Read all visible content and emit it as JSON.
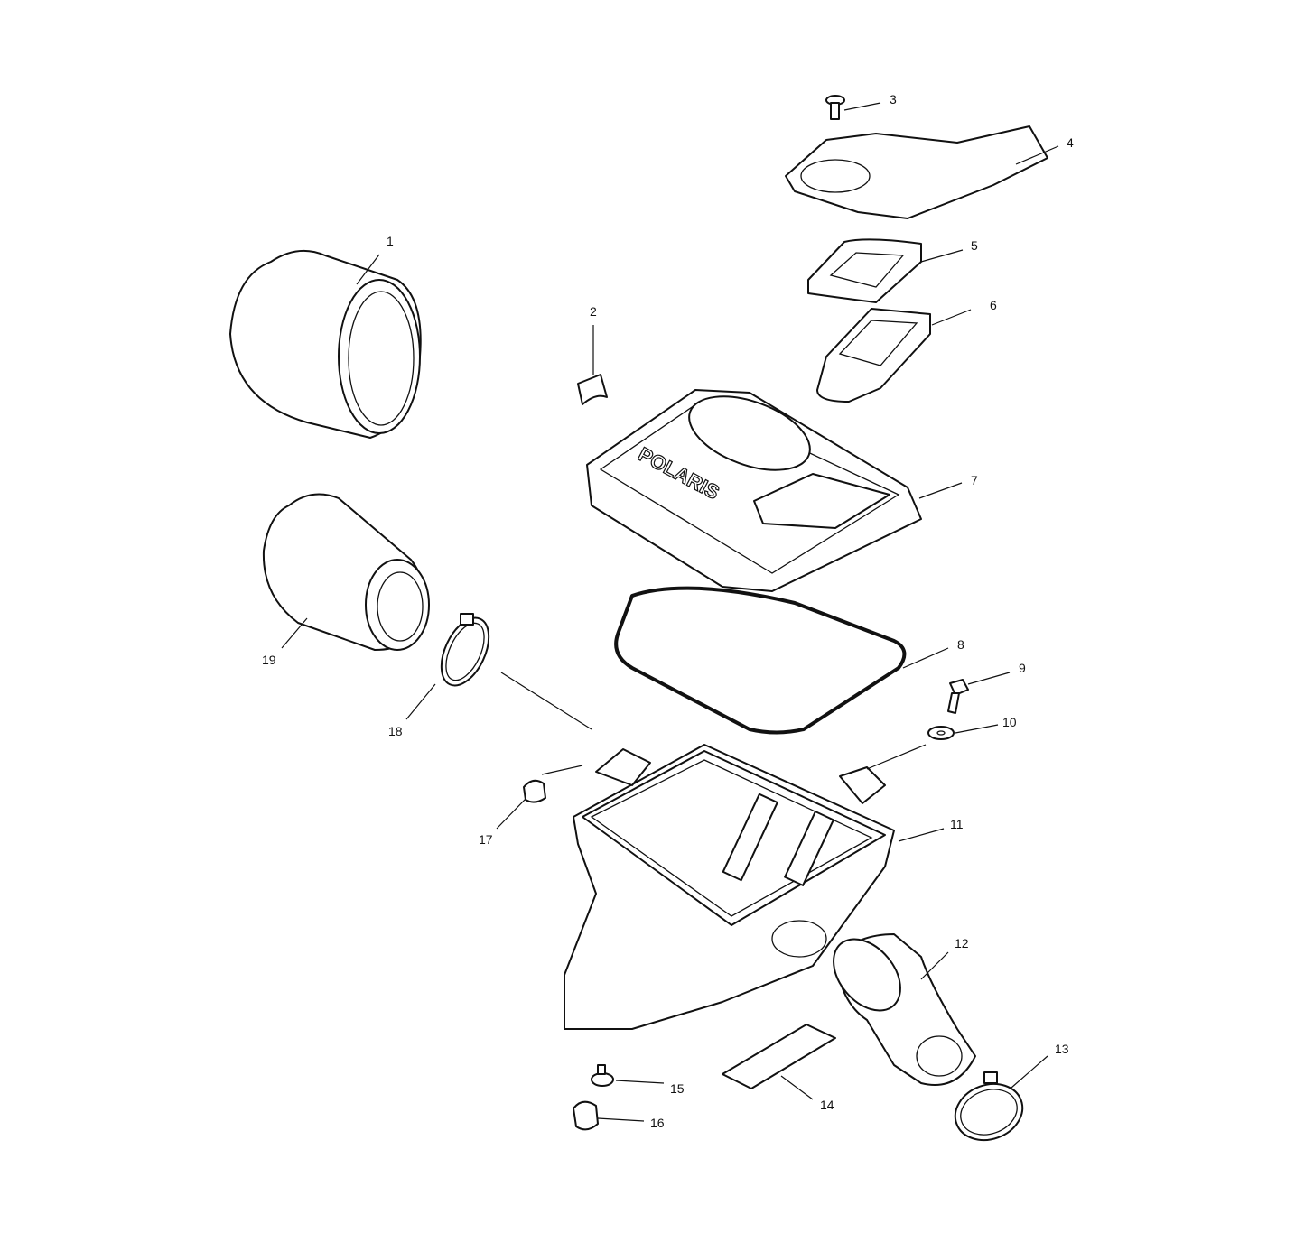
{
  "diagram": {
    "logo_text": "POLARIS",
    "callouts": [
      "1",
      "2",
      "3",
      "4",
      "5",
      "6",
      "7",
      "8",
      "9",
      "10",
      "11",
      "12",
      "13",
      "14",
      "15",
      "16",
      "17",
      "18",
      "19"
    ]
  }
}
